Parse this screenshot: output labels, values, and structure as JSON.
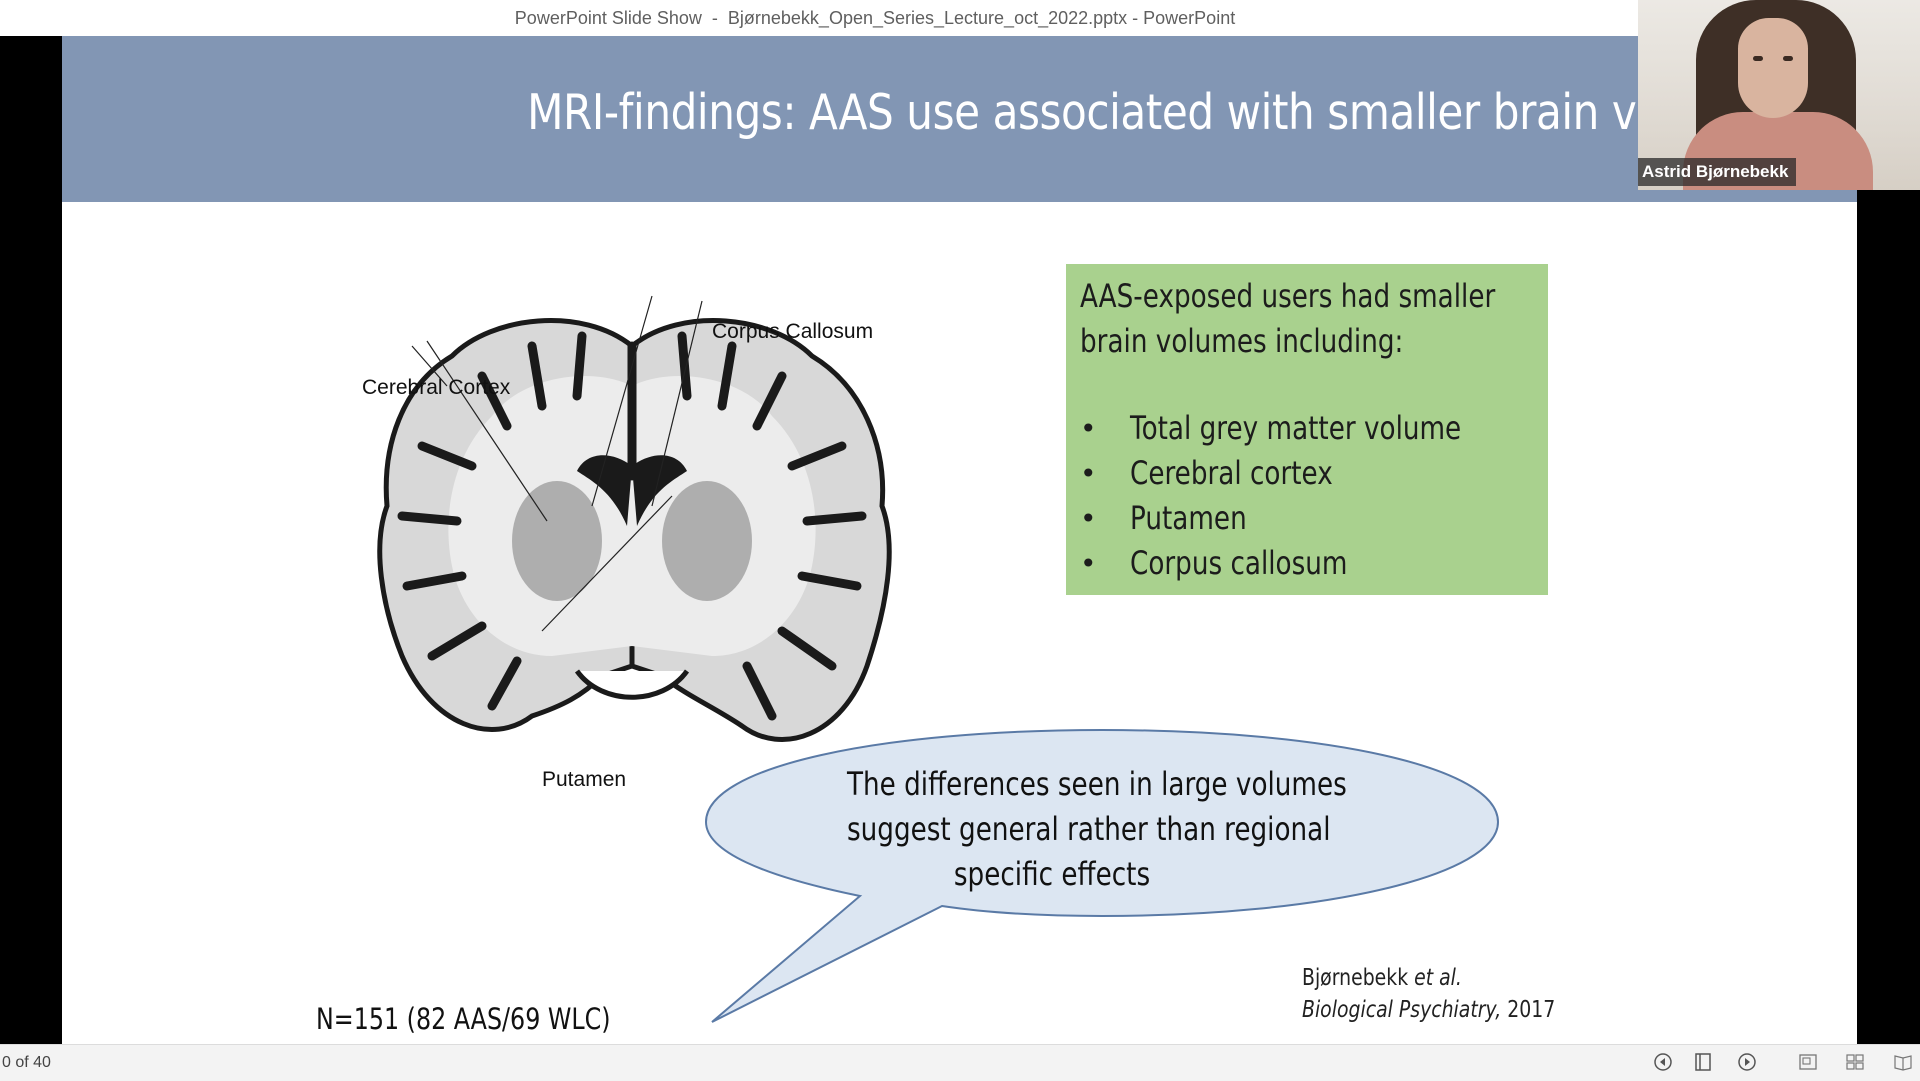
{
  "window": {
    "title": "PowerPoint Slide Show  -  Bjørnebekk_Open_Series_Lecture_oct_2022.pptx - PowerPoint"
  },
  "slide": {
    "title": "MRI-findings: AAS use associated with smaller brain volumes",
    "figure_labels": {
      "corpus_callosum": "Corpus Callosum",
      "cerebral_cortex": "Cerebral Cortex",
      "putamen": "Putamen"
    },
    "findings_box": {
      "intro_line1": "AAS-exposed users had smaller",
      "intro_line2": "brain volumes including:",
      "bullet_char": "•",
      "items": [
        "Total grey matter volume",
        "Cerebral cortex",
        "Putamen",
        "Corpus callosum"
      ]
    },
    "bubble": {
      "line1": "The differences seen in large volumes",
      "line2": "suggest general rather than regional",
      "line3": "specific effects"
    },
    "sample_size": "N=151 (82 AAS/69 WLC)",
    "citation": {
      "author": "Bjørnebekk ",
      "etal": "et al.",
      "journal": "Biological Psychiatry,",
      "year": " 2017"
    }
  },
  "video": {
    "participant_name": "Astrid Bjørnebekk"
  },
  "statusbar": {
    "slide_counter": "0 of 40",
    "icons": [
      "previous-icon",
      "notes-icon",
      "next-icon",
      "normal-view-icon",
      "slide-sorter-icon",
      "reading-view-icon"
    ]
  },
  "colors": {
    "header_bg": "#8296b4",
    "findings_bg": "#a9d18e",
    "bubble_fill": "#dce6f2",
    "bubble_stroke": "#5a7aa6"
  }
}
